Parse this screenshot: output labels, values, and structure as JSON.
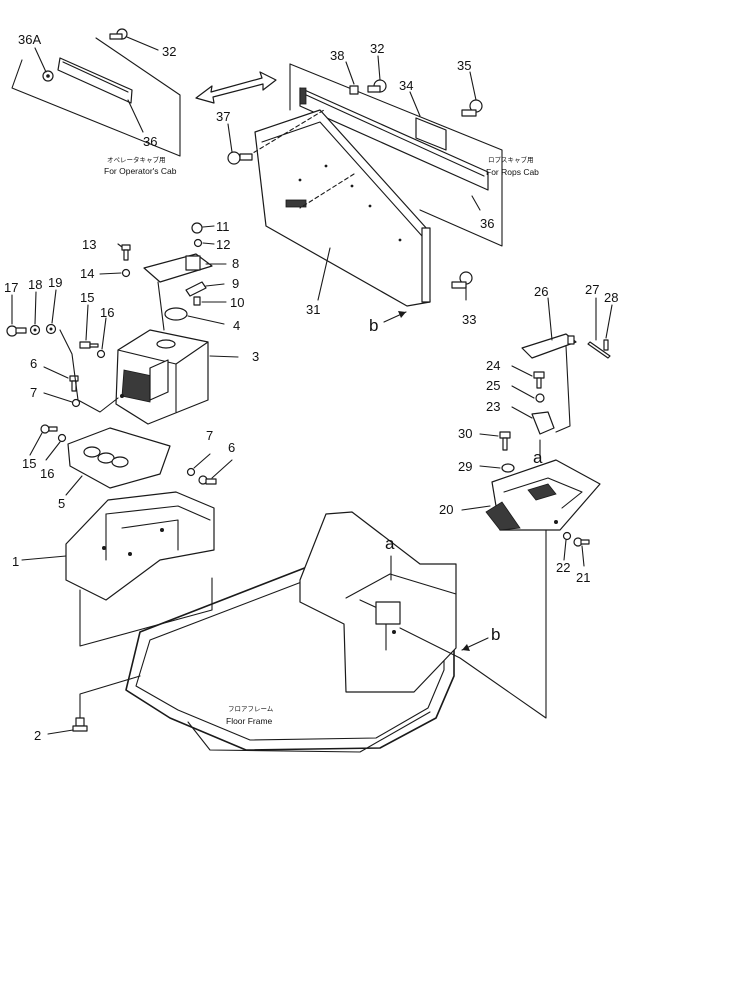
{
  "captions": {
    "operator_cab_jp": "オペレータキャブ用",
    "operator_cab_en": "For Operator's Cab",
    "rops_cab_jp": "ロプスキャブ用",
    "rops_cab_en": "For Rops Cab",
    "floor_frame_jp": "フロアフレーム",
    "floor_frame_en": "Floor Frame"
  },
  "callouts": {
    "c36a": "36A",
    "c32a": "32",
    "c36a2": "36",
    "c38": "38",
    "c32b": "32",
    "c35": "35",
    "c34": "34",
    "c37": "37",
    "c36b": "36",
    "c31": "31",
    "c33": "33",
    "c11": "11",
    "c12": "12",
    "c13": "13",
    "c8": "8",
    "c14": "14",
    "c9": "9",
    "c10": "10",
    "c4": "4",
    "c3": "3",
    "c17": "17",
    "c18": "18",
    "c19": "19",
    "c15a": "15",
    "c16a": "16",
    "c6a": "6",
    "c7a": "7",
    "c15b": "15",
    "c16b": "16",
    "c5": "5",
    "c7b": "7",
    "c6b": "6",
    "c1": "1",
    "c2": "2",
    "c26": "26",
    "c27": "27",
    "c28": "28",
    "c24": "24",
    "c25": "25",
    "c23": "23",
    "c30": "30",
    "c29": "29",
    "c20": "20",
    "c22": "22",
    "c21": "21"
  },
  "letters": {
    "a_top": "a",
    "a_mid": "a",
    "b_left": "b",
    "b_right": "b"
  }
}
